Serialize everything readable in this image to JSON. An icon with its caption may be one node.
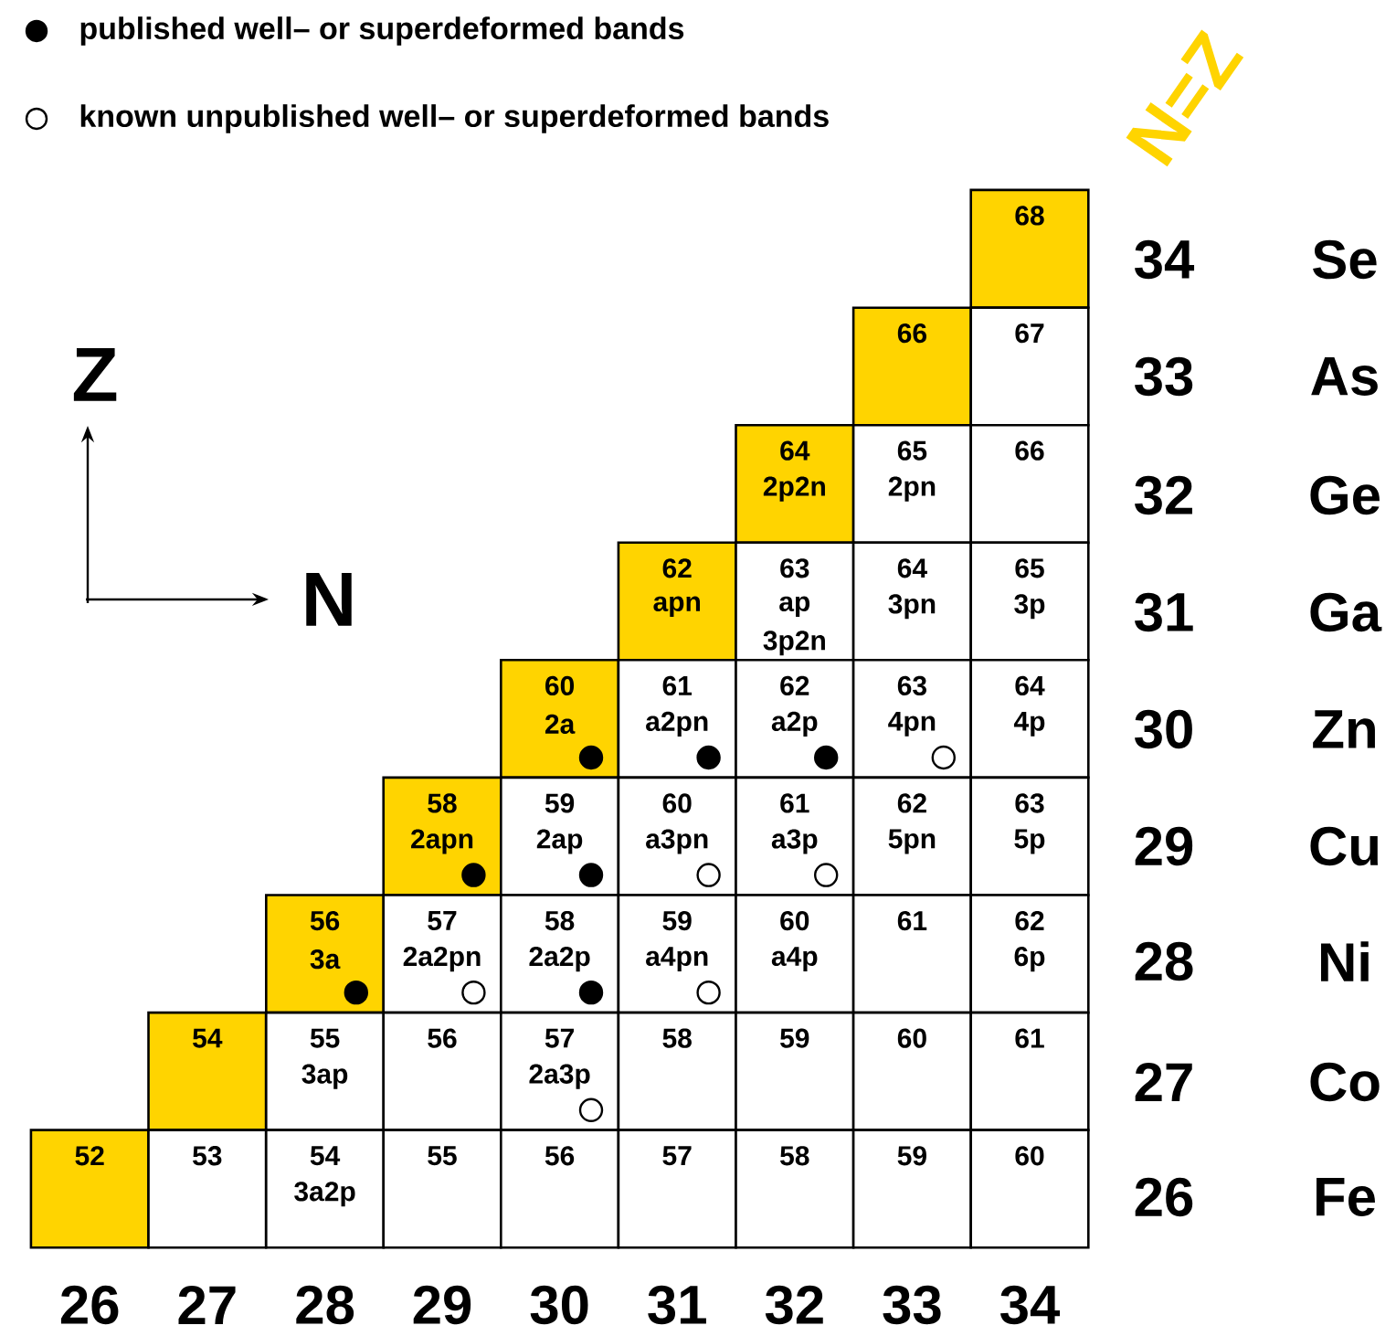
{
  "diagram": {
    "nodes": [
      {
        "text": [
          "68"
        ]
      },
      {
        "text": [
          "66"
        ]
      },
      {
        "text": [
          "67"
        ]
      },
      {
        "text": [
          "64",
          "2p2n"
        ]
      },
      {
        "text": [
          "65",
          "2pn"
        ]
      },
      {
        "text": [
          "66"
        ]
      },
      {
        "text": [
          "62",
          "apn"
        ]
      },
      {
        "text": [
          "63",
          "ap",
          "3p2n"
        ]
      },
      {
        "text": [
          "64",
          "3pn"
        ]
      },
      {
        "text": [
          "65",
          "3p"
        ]
      },
      {
        "text": [
          "60",
          "2a"
        ]
      },
      {
        "text": [
          "61",
          "a2pn"
        ]
      },
      {
        "text": [
          "62",
          "a2p"
        ]
      },
      {
        "text": [
          "63",
          "4pn"
        ]
      },
      {
        "text": [
          "64",
          "4p"
        ]
      },
      {
        "text": [
          "58",
          "2apn"
        ]
      },
      {
        "text": [
          "59",
          "2ap"
        ]
      },
      {
        "text": [
          "60",
          "a3pn"
        ]
      },
      {
        "text": [
          "61",
          "a3p"
        ]
      },
      {
        "text": [
          "62",
          "5pn"
        ]
      },
      {
        "text": [
          "63",
          "5p"
        ]
      },
      {
        "text": [
          "56",
          "3a"
        ]
      },
      {
        "text": [
          "57",
          "2a2pn"
        ]
      },
      {
        "text": [
          "58",
          "2a2p"
        ]
      },
      {
        "text": [
          "59",
          "a4pn"
        ]
      },
      {
        "text": [
          "60",
          "a4p"
        ]
      },
      {
        "text": [
          "61"
        ]
      },
      {
        "text": [
          "62",
          "6p"
        ]
      },
      {
        "text": [
          "54"
        ]
      },
      {
        "text": [
          "55",
          "3ap"
        ]
      },
      {
        "text": [
          "56"
        ]
      },
      {
        "text": [
          "57",
          "2a3p"
        ]
      },
      {
        "text": [
          "58"
        ]
      },
      {
        "text": [
          "59"
        ]
      },
      {
        "text": [
          "60"
        ]
      },
      {
        "text": [
          "61"
        ]
      },
      {
        "text": [
          "52"
        ]
      },
      {
        "text": [
          "53"
        ]
      },
      {
        "text": [
          "54",
          "3a2p"
        ]
      },
      {
        "text": [
          "55"
        ]
      },
      {
        "text": [
          "56"
        ]
      },
      {
        "text": [
          "57"
        ]
      },
      {
        "text": [
          "58"
        ]
      },
      {
        "text": [
          "59"
        ]
      },
      {
        "text": [
          "60"
        ]
      },
      {
        "text": [],
        "shape": "dot",
        "in": 10
      },
      {
        "text": [],
        "shape": "dot",
        "in": 11
      },
      {
        "text": [],
        "shape": "dot",
        "in": 12
      },
      {
        "text": [],
        "shape": "circle",
        "in": 13
      },
      {
        "text": [],
        "shape": "dot",
        "in": 15
      },
      {
        "text": [],
        "shape": "dot",
        "in": 16
      },
      {
        "text": [],
        "shape": "circle",
        "in": 17
      },
      {
        "text": [],
        "shape": "circle",
        "in": 18
      },
      {
        "text": [],
        "shape": "dot",
        "in": 21
      },
      {
        "text": [],
        "shape": "circle",
        "in": 22
      },
      {
        "text": [],
        "shape": "dot",
        "in": 23
      },
      {
        "text": [],
        "shape": "circle",
        "in": 24
      },
      {
        "text": [],
        "shape": "circle",
        "in": 31
      }
    ],
    "labels": [
      "N=Z",
      "Z",
      "N",
      "34",
      "Se",
      "33",
      "As",
      "32",
      "Ge",
      "31",
      "Ga",
      "30",
      "Zn",
      "29",
      "Cu",
      "28",
      "Ni",
      "27",
      "Co",
      "26",
      "Fe",
      "26",
      "27",
      "28",
      "29",
      "30",
      "31",
      "32",
      "33",
      "34"
    ],
    "legend": [
      {
        "text": "published well– or superdeformed bands"
      },
      {
        "text": "known unpublished well– or superdeformed bands"
      }
    ]
  }
}
